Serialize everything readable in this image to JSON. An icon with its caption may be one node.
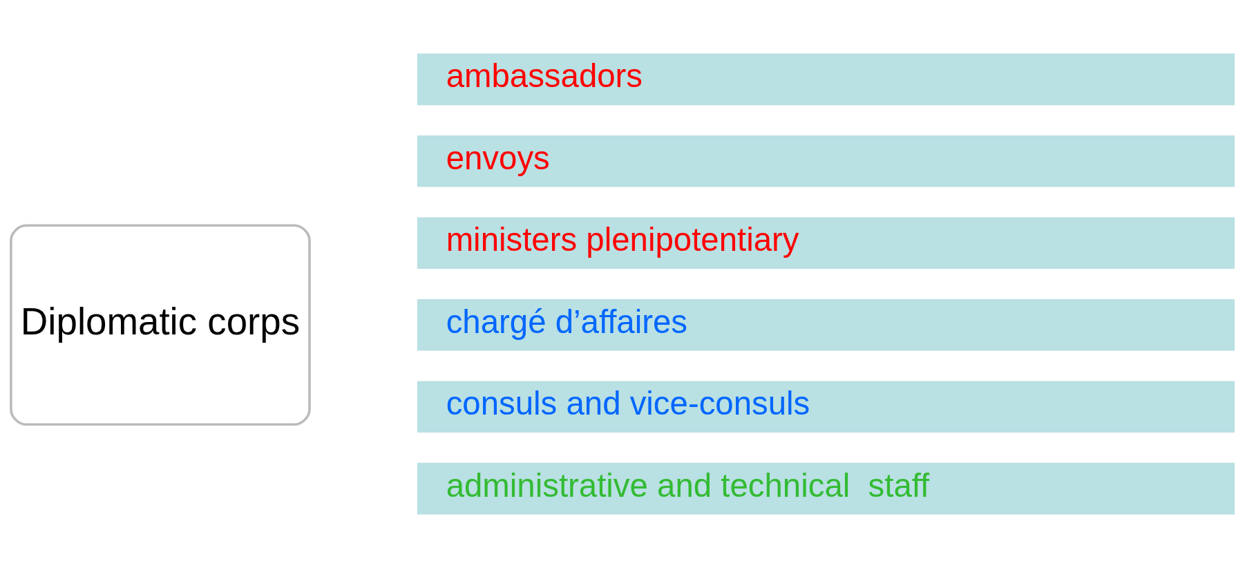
{
  "diagram": {
    "nodes": [
      {
        "text": [
          "Diplomatic corps"
        ]
      },
      {
        "text": [
          "ambassadors"
        ]
      },
      {
        "text": [
          "envoys"
        ]
      },
      {
        "text": [
          "ministers plenipotentiary"
        ]
      },
      {
        "text": [
          "chargé d’affaires"
        ]
      },
      {
        "text": [
          "consuls and vice-consuls"
        ]
      },
      {
        "text": [
          "administrative and technical  staff"
        ]
      }
    ],
    "edges": []
  }
}
